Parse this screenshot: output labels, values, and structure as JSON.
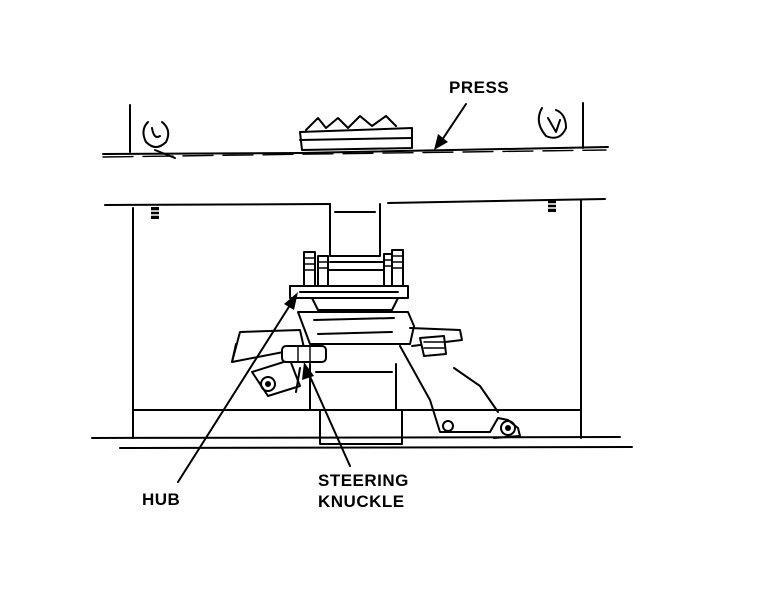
{
  "labels": {
    "press": "PRESS",
    "hub": "HUB",
    "steering_line1": "STEERING",
    "steering_line2": "KNUCKLE"
  }
}
